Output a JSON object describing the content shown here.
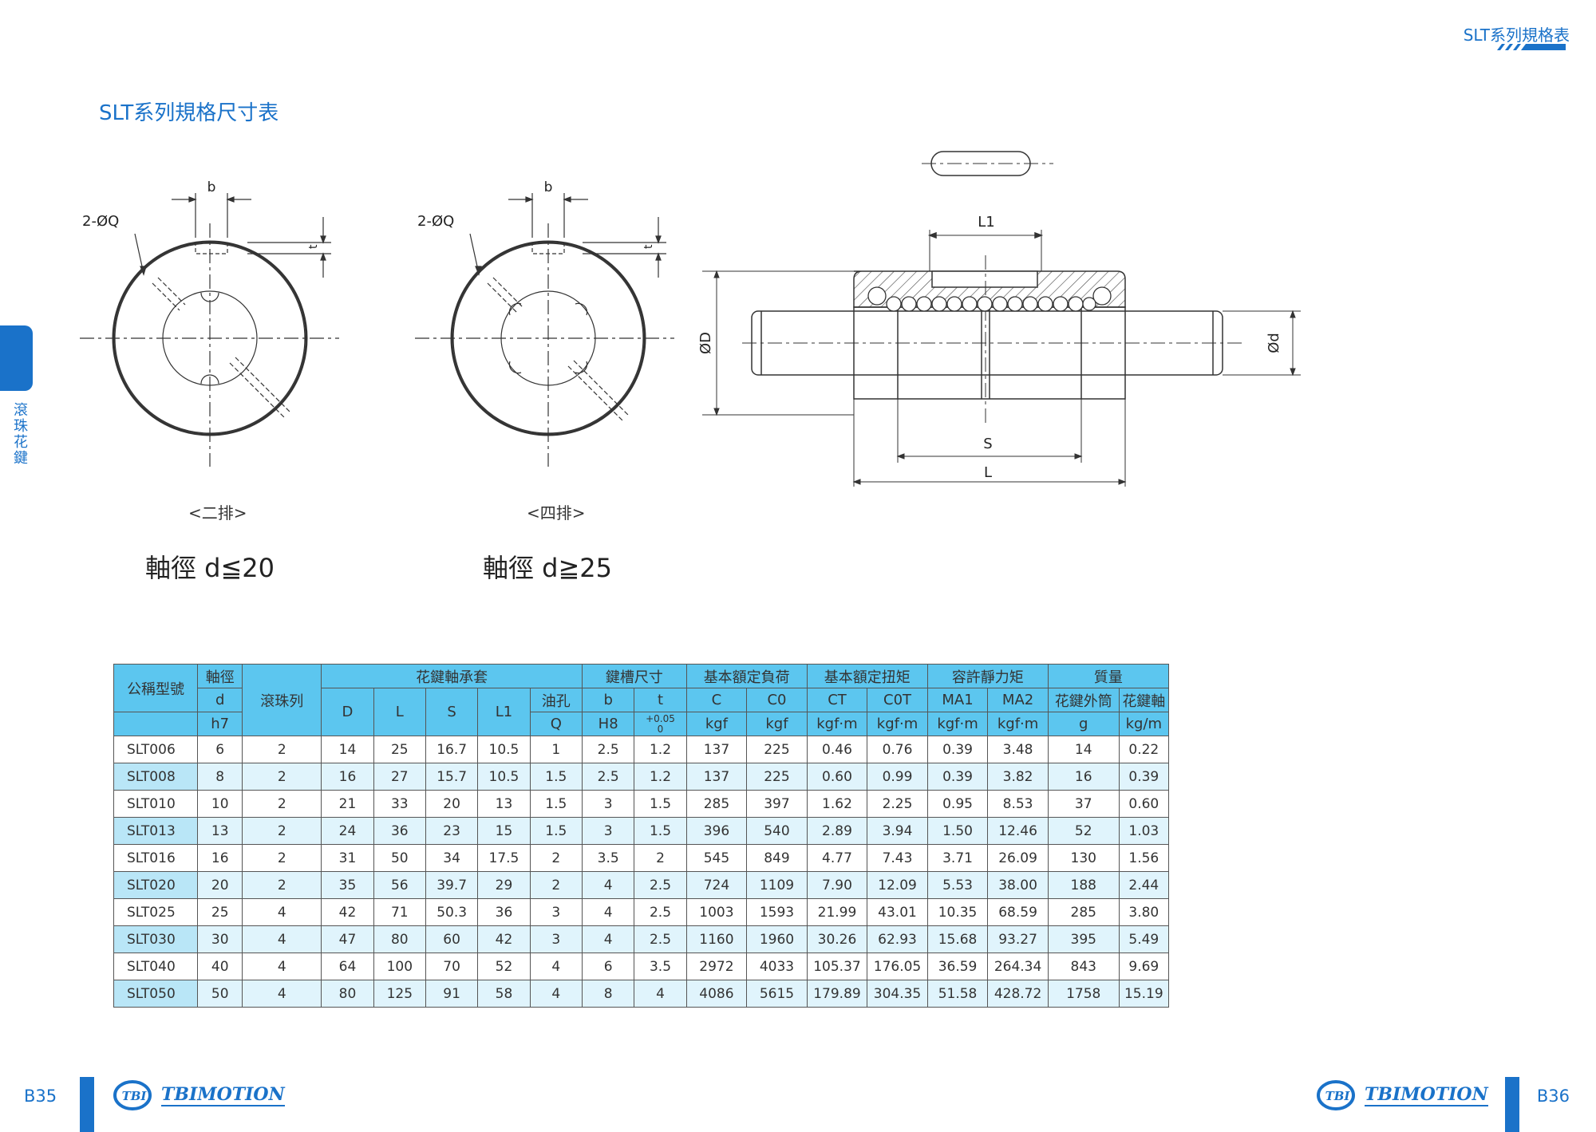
{
  "header": {
    "title": "SLT系列規格表"
  },
  "section_title": "SLT系列規格尺寸表",
  "side_tab": {
    "label": "滾珠花鍵"
  },
  "drawings": {
    "left": {
      "b": "b",
      "q": "2-ØQ",
      "t": "t",
      "view": "<二排>",
      "caption": "軸徑  d≦20"
    },
    "middle": {
      "b": "b",
      "q": "2-ØQ",
      "t": "t",
      "view": "<四排>",
      "caption": "軸徑  d≧25"
    },
    "side": {
      "l1": "L1",
      "od": "ØD",
      "d": "Ød",
      "s": "S",
      "l": "L"
    }
  },
  "table": {
    "headers": {
      "model": "公稱型號",
      "shaft": "軸徑",
      "shaft_d": "d",
      "shaft_tol": "h7",
      "rows": "滾珠列",
      "nut": "花鍵軸承套",
      "D": "D",
      "L": "L",
      "S": "S",
      "L1": "L1",
      "oil": "油孔",
      "Q": "Q",
      "key": "鍵槽尺寸",
      "b": "b",
      "t": "t",
      "b_tol": "H8",
      "t_tol_up": "+0.05",
      "t_tol_low": "0",
      "load": "基本額定負荷",
      "C": "C",
      "C0": "C0",
      "torque": "基本額定扭矩",
      "CT": "CT",
      "C0T": "C0T",
      "moment": "容許靜力矩",
      "MA1": "MA1",
      "MA2": "MA2",
      "mass": "質量",
      "outer": "花鍵外筒",
      "shaftm": "花鍵軸",
      "u_kgf1": "kgf",
      "u_kgf2": "kgf",
      "u_kgfm1": "kgf·m",
      "u_kgfm2": "kgf·m",
      "u_kgfm3": "kgf·m",
      "u_kgfm4": "kgf·m",
      "u_g": "g",
      "u_kgm": "kg/m"
    },
    "rows": [
      [
        "SLT006",
        "6",
        "2",
        "14",
        "25",
        "16.7",
        "10.5",
        "1",
        "2.5",
        "1.2",
        "137",
        "225",
        "0.46",
        "0.76",
        "0.39",
        "3.48",
        "14",
        "0.22"
      ],
      [
        "SLT008",
        "8",
        "2",
        "16",
        "27",
        "15.7",
        "10.5",
        "1.5",
        "2.5",
        "1.2",
        "137",
        "225",
        "0.60",
        "0.99",
        "0.39",
        "3.82",
        "16",
        "0.39"
      ],
      [
        "SLT010",
        "10",
        "2",
        "21",
        "33",
        "20",
        "13",
        "1.5",
        "3",
        "1.5",
        "285",
        "397",
        "1.62",
        "2.25",
        "0.95",
        "8.53",
        "37",
        "0.60"
      ],
      [
        "SLT013",
        "13",
        "2",
        "24",
        "36",
        "23",
        "15",
        "1.5",
        "3",
        "1.5",
        "396",
        "540",
        "2.89",
        "3.94",
        "1.50",
        "12.46",
        "52",
        "1.03"
      ],
      [
        "SLT016",
        "16",
        "2",
        "31",
        "50",
        "34",
        "17.5",
        "2",
        "3.5",
        "2",
        "545",
        "849",
        "4.77",
        "7.43",
        "3.71",
        "26.09",
        "130",
        "1.56"
      ],
      [
        "SLT020",
        "20",
        "2",
        "35",
        "56",
        "39.7",
        "29",
        "2",
        "4",
        "2.5",
        "724",
        "1109",
        "7.90",
        "12.09",
        "5.53",
        "38.00",
        "188",
        "2.44"
      ],
      [
        "SLT025",
        "25",
        "4",
        "42",
        "71",
        "50.3",
        "36",
        "3",
        "4",
        "2.5",
        "1003",
        "1593",
        "21.99",
        "43.01",
        "10.35",
        "68.59",
        "285",
        "3.80"
      ],
      [
        "SLT030",
        "30",
        "4",
        "47",
        "80",
        "60",
        "42",
        "3",
        "4",
        "2.5",
        "1160",
        "1960",
        "30.26",
        "62.93",
        "15.68",
        "93.27",
        "395",
        "5.49"
      ],
      [
        "SLT040",
        "40",
        "4",
        "64",
        "100",
        "70",
        "52",
        "4",
        "6",
        "3.5",
        "2972",
        "4033",
        "105.37",
        "176.05",
        "36.59",
        "264.34",
        "843",
        "9.69"
      ],
      [
        "SLT050",
        "50",
        "4",
        "80",
        "125",
        "91",
        "58",
        "4",
        "8",
        "4",
        "4086",
        "5615",
        "179.89",
        "304.35",
        "51.58",
        "428.72",
        "1758",
        "15.19"
      ]
    ]
  },
  "footer": {
    "page_left": "B35",
    "page_right": "B36",
    "logo_mark": "TBI",
    "logo_text": "TBIMOTION"
  },
  "colors": {
    "accent": "#1a72c9",
    "header_cell": "#5cc6ef",
    "alt_row": "#e0f4fc"
  }
}
